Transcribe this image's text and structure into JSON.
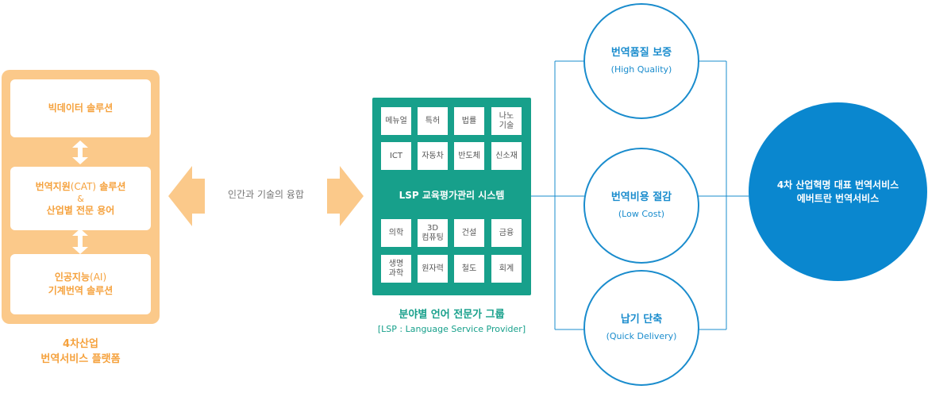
{
  "platform": {
    "box1": "빅데이터 솔루션",
    "box2_line1_a": "번역지원",
    "box2_line1_b": "(CAT)",
    "box2_line1_c": " 솔루션",
    "box2_amp": "&",
    "box2_line2": "산업별 전문 용어",
    "box3_line1_a": "인공지능",
    "box3_line1_b": "(AI)",
    "box3_line2": "기계번역 솔루션",
    "caption_line1": "4차산업",
    "caption_line2": "번역서비스 플랫폼"
  },
  "fusion_label": "인간과 기술의 융합",
  "lsp": {
    "top_cells": [
      "메뉴얼",
      "특허",
      "법률",
      "나노\n기술",
      "ICT",
      "자동차",
      "반도체",
      "신소재"
    ],
    "title": "LSP 교육평가관리 시스템",
    "bottom_cells": [
      "의학",
      "3D\n컴퓨팅",
      "건설",
      "금융",
      "생명\n과학",
      "원자력",
      "철도",
      "회계"
    ],
    "caption": "분야별 언어 전문가 그룹",
    "caption_sub": "[LSP : Language Service Provider]"
  },
  "benefits": [
    {
      "title": "번역품질 보증",
      "sub": "(High Quality)"
    },
    {
      "title": "번역비용 절감",
      "sub": "(Low Cost)"
    },
    {
      "title": "납기 단축",
      "sub": "(Quick Delivery)"
    }
  ],
  "result": {
    "line1": "4차 산업혁명 대표 번역서비스",
    "line2": "에버트란 번역서비스"
  },
  "colors": {
    "orange": "#fbc98a",
    "orange_text": "#f5a13c",
    "teal": "#17a08b",
    "blue": "#1a8ccd",
    "big_blue": "#0a87cf"
  }
}
